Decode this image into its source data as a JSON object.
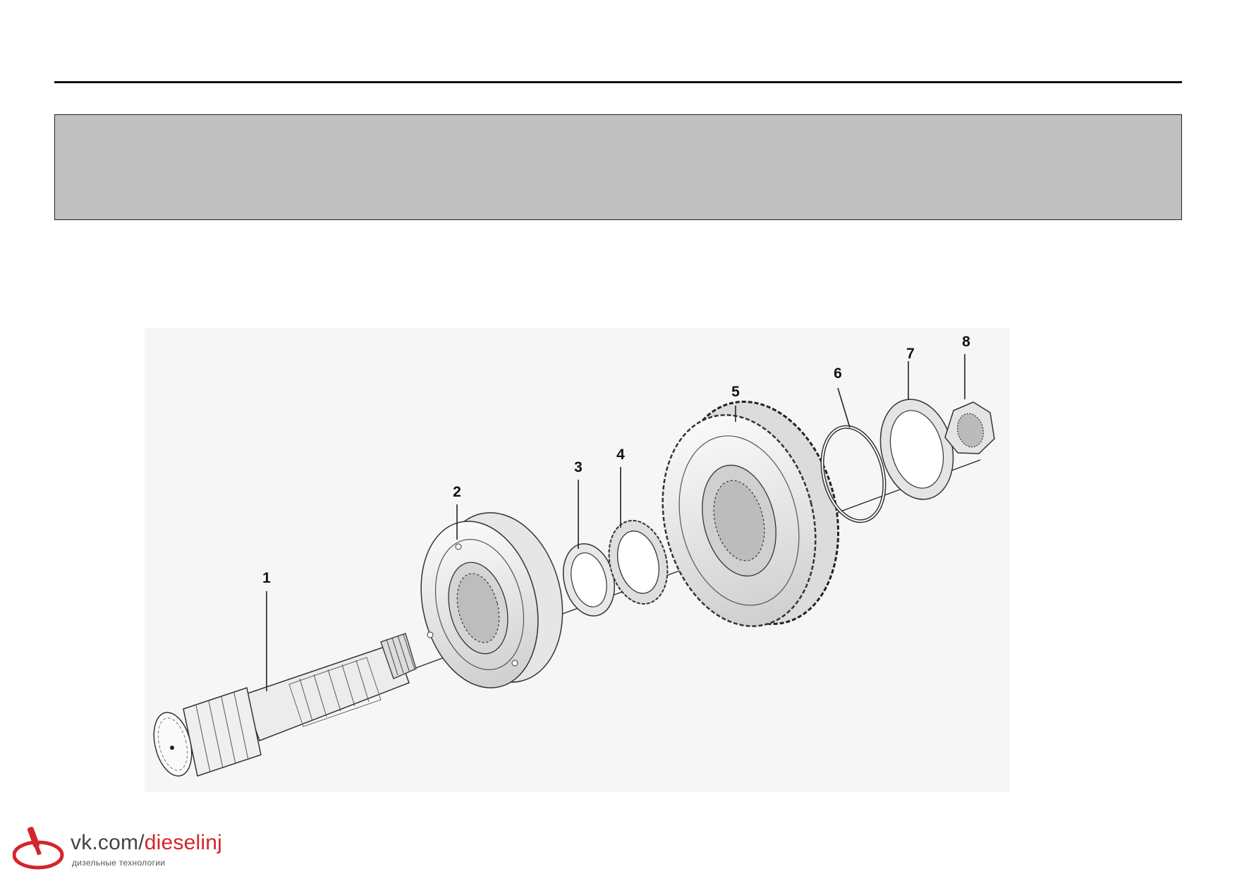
{
  "header": {
    "title": ""
  },
  "diagram": {
    "callouts": [
      "1",
      "2",
      "3",
      "4",
      "5",
      "6",
      "7",
      "8"
    ]
  },
  "watermark": {
    "domain_prefix": "vk.com/",
    "domain_accent": "dieselinj",
    "subtitle": "дизельные технологии",
    "accent_color": "#d4242c"
  }
}
